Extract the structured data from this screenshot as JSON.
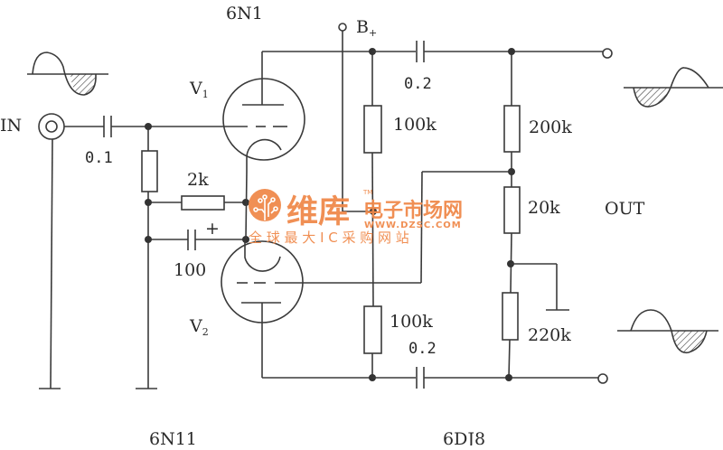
{
  "title": "6N1 / 6N11 / 6DJ8 phase splitter circuit",
  "labels": {
    "tube_top_type": "6N1",
    "tube_bottom_type": "6N11",
    "tube_right_type": "6DJ8",
    "v1": "V",
    "v1_sub": "1",
    "v2": "V",
    "v2_sub": "2",
    "b_plus": "B",
    "b_plus_sub": "+",
    "input": "IN",
    "output": "OUT"
  },
  "components": {
    "c_in": "0.1",
    "r_k": "2k",
    "c_k": "100",
    "c_k_polarity": "+",
    "r_load_top": "100k",
    "r_load_bottom": "100k",
    "c_out_top": "0.2",
    "c_out_bottom": "0.2",
    "r_div_top": "200k",
    "r_div_mid": "20k",
    "r_div_bottom": "220k"
  },
  "watermark": {
    "brand": "维库",
    "tm": "TM",
    "site_name": "电子市场网",
    "url": "WWW.DZSC.COM",
    "slogan": "全 球 最 大 I C 采 购 网 站",
    "color": "#f08a4b"
  }
}
